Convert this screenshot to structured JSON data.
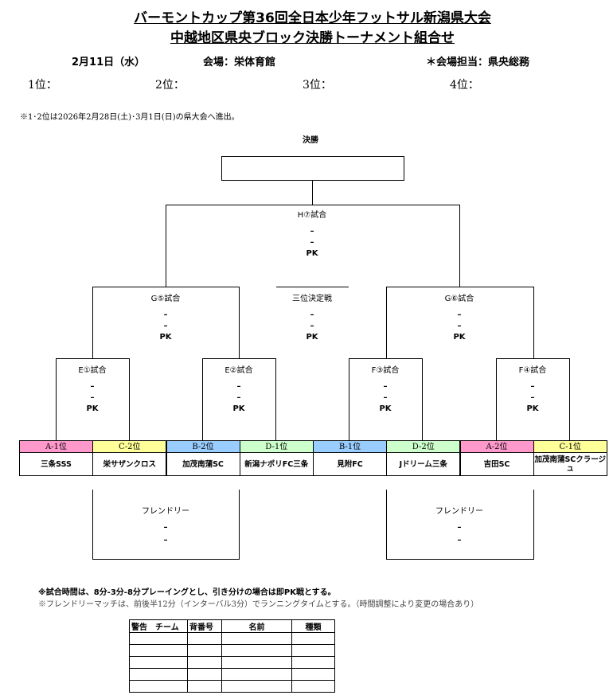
{
  "title1": "バーモントカップ第36回全日本少年フットサル新潟県大会",
  "title2": "中越地区県央ブロック決勝トーナメント組合せ",
  "date": "2月11日（水）",
  "venue": "会場：栄体育館",
  "manager": "＊会場担当：県央総務",
  "ranks": [
    "1位：",
    "2位：",
    "3位：",
    "4位："
  ],
  "note_top": "※1･2位は2026年2月28日(土)･3月1日(日)の県大会へ進出。",
  "final_label": "決勝",
  "dash": "–",
  "pk": "PK",
  "matches": {
    "h7": "H⑦試合",
    "third": "三位決定戦",
    "g5": "G⑤試合",
    "g6": "G⑥試合",
    "e1": "E①試合",
    "e2": "E②試合",
    "f3": "F③試合",
    "f4": "F④試合"
  },
  "seeds": [
    {
      "label": "A-1位",
      "color": "#ff99cc"
    },
    {
      "label": "C-2位",
      "color": "#ffff99"
    },
    {
      "label": "B-2位",
      "color": "#99ccff"
    },
    {
      "label": "D-1位",
      "color": "#ccffcc"
    },
    {
      "label": "B-1位",
      "color": "#99ccff"
    },
    {
      "label": "D-2位",
      "color": "#ccffcc"
    },
    {
      "label": "A-2位",
      "color": "#ff99cc"
    },
    {
      "label": "C-1位",
      "color": "#ffff99"
    }
  ],
  "teams": [
    "三条SSS",
    "栄サザンクロス",
    "加茂南蒲SC",
    "新潟ナポリFC三条",
    "見附FC",
    "Jドリーム三条",
    "吉田SC",
    "加茂南蒲SCクラージュ"
  ],
  "friendly": "フレンドリー",
  "note1": "※試合時間は、8分-3分-8分プレーイングとし、引き分けの場合は即PK戦とする。",
  "note2": "※フレンドリーマッチは、前後半12分（インターバル3分）でランニングタイムとする。（時間調整により変更の場合あり）",
  "table_headers": [
    "警告　チーム",
    "背番号",
    "名前",
    "種類"
  ]
}
